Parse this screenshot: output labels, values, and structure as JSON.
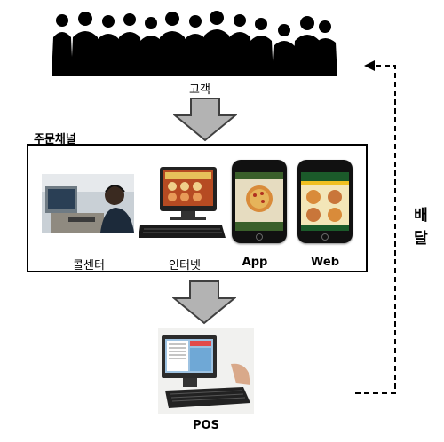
{
  "labels": {
    "customers": "고객",
    "order_channels": "주문채널",
    "call_center": "콜센터",
    "internet": "인터넷",
    "app": "App",
    "web": "Web",
    "pos": "POS",
    "delivery": "배달"
  },
  "colors": {
    "arrow_fill": "#b3b3b3",
    "arrow_stroke": "#404040",
    "silhouette": "#000000",
    "box_border": "#000000"
  },
  "icons": {
    "customers": "people-silhouette-icon",
    "call_center": "call-center-photo-icon",
    "internet": "desktop-pc-icon",
    "app": "smartphone-app-icon",
    "web": "smartphone-web-icon",
    "pos": "pos-terminal-icon"
  }
}
